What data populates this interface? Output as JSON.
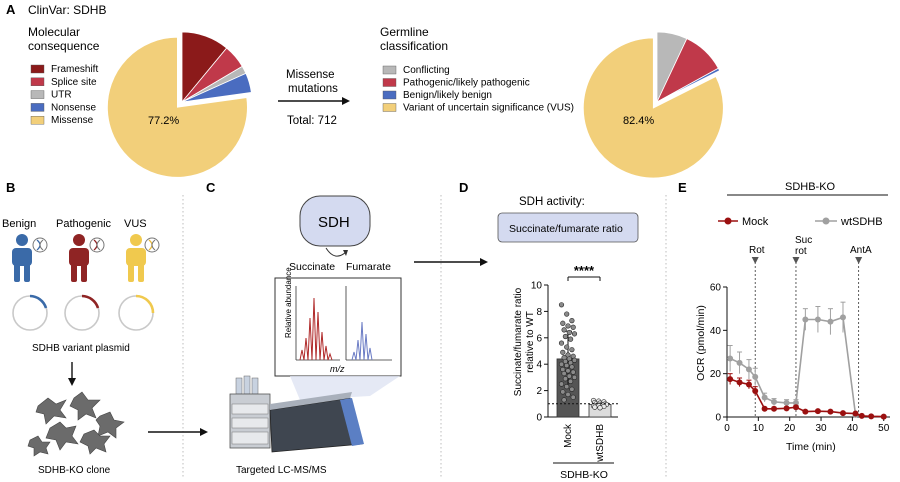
{
  "panelA": {
    "letter": "A",
    "source": "ClinVar: SDHB",
    "pie1_title": [
      "Molecular",
      "consequence"
    ],
    "legend1": [
      {
        "label": "Frameshift",
        "color": "#8b1a1a"
      },
      {
        "label": "Splice site",
        "color": "#c0394a"
      },
      {
        "label": "UTR",
        "color": "#b8b8b8"
      },
      {
        "label": "Nonsense",
        "color": "#4a6cc0"
      },
      {
        "label": "Missense",
        "color": "#f2cf7a"
      }
    ],
    "pie1_label": "77.2%",
    "arrow_text": [
      "Missense",
      "mutations"
    ],
    "total": "Total: 712",
    "pie2_title": [
      "Germline",
      "classification"
    ],
    "legend2": [
      {
        "label": "Conflicting",
        "color": "#b8b8b8"
      },
      {
        "label": "Pathogenic/likely pathogenic",
        "color": "#c0394a"
      },
      {
        "label": "Benign/likely benign",
        "color": "#4a6cc0"
      },
      {
        "label": "Variant of uncertain significance (VUS)",
        "color": "#f2cf7a"
      }
    ],
    "pie2_label": "82.4%"
  },
  "panelB": {
    "letter": "B",
    "people": [
      "Benign",
      "Pathogenic",
      "VUS"
    ],
    "plasmid_label": "SDHB variant plasmid",
    "clone_label": "SDHB-KO clone"
  },
  "panelC": {
    "letter": "C",
    "enzyme": "SDH",
    "substrate": "Succinate",
    "product": "Fumarate",
    "ylabel": "Relative abundance",
    "xlabel": "m/z",
    "instrument": "Targeted LC-MS/MS"
  },
  "chart_data": [
    {
      "type": "pie",
      "title": "Molecular consequence",
      "labels": [
        "Frameshift",
        "Splice site",
        "UTR",
        "Nonsense",
        "Missense"
      ],
      "values": [
        11.0,
        5.5,
        1.8,
        4.5,
        77.2
      ],
      "colors": [
        "#8b1a1a",
        "#c0394a",
        "#b8b8b8",
        "#4a6cc0",
        "#f2cf7a"
      ],
      "exploded": "Missense",
      "data_label": "77.2%"
    },
    {
      "type": "pie",
      "title": "Germline classification",
      "labels": [
        "Conflicting",
        "Pathogenic/likely pathogenic",
        "Benign/likely benign",
        "Variant of uncertain significance (VUS)"
      ],
      "values": [
        7.0,
        10.0,
        0.6,
        82.4
      ],
      "colors": [
        "#b8b8b8",
        "#c0394a",
        "#4a6cc0",
        "#f2cf7a"
      ],
      "exploded": "Variant of uncertain significance (VUS)",
      "data_label": "82.4%"
    },
    {
      "type": "bar",
      "panel": "D",
      "letter": "D",
      "title": "SDH activity:",
      "box_label": "Succinate/fumarate ratio",
      "ylabel": "Succinate/fumarate ratio relative to WT",
      "ylim": [
        0,
        10
      ],
      "yticks": [
        0,
        2,
        4,
        6,
        8,
        10
      ],
      "categories": [
        "Mock",
        "wtSDHB"
      ],
      "values": [
        4.4,
        0.95
      ],
      "errors": [
        2.1,
        0.15
      ],
      "bar_colors": [
        "#555555",
        "#dcdcdc"
      ],
      "reference_line": 1,
      "significance": "****",
      "group_label": "SDHB-KO",
      "points": [
        [
          8.5,
          7.8,
          7.3,
          7.1,
          6.9,
          6.8,
          6.6,
          6.4,
          6.3,
          6.1,
          5.9,
          5.6,
          5.3,
          5.1,
          4.9,
          4.7,
          4.6,
          4.5,
          4.4,
          4.3,
          4.2,
          4.1,
          4.0,
          3.9,
          3.8,
          3.6,
          3.5,
          3.4,
          3.3,
          3.1,
          3.0,
          2.9,
          2.7,
          2.5,
          2.3,
          2.1,
          1.9,
          1.7,
          1.5,
          1.3
        ],
        [
          1.25,
          1.2,
          1.15,
          1.1,
          1.05,
          1.0,
          1.0,
          0.95,
          0.95,
          0.9,
          0.9,
          0.85,
          0.85,
          0.8,
          0.75,
          0.7
        ]
      ]
    },
    {
      "type": "line",
      "panel": "E",
      "letter": "E",
      "title": "SDHB-KO",
      "xlabel": "Time (min)",
      "ylabel": "OCR (pmol/min)",
      "xlim": [
        0,
        52
      ],
      "ylim": [
        0,
        60
      ],
      "xticks": [
        0,
        10,
        20,
        30,
        40,
        50
      ],
      "yticks": [
        0,
        20,
        40,
        60
      ],
      "injections": [
        {
          "label": "Rot",
          "x": 9
        },
        {
          "label": "Suc rot",
          "x": 22
        },
        {
          "label": "AntA",
          "x": 42
        }
      ],
      "series": [
        {
          "name": "Mock",
          "color": "#9b1010",
          "x": [
            1,
            4,
            7,
            9,
            12,
            15,
            19,
            22,
            25,
            29,
            33,
            37,
            41,
            43,
            46,
            50
          ],
          "y": [
            17.5,
            16,
            15,
            12,
            3.8,
            3.8,
            4,
            4.5,
            2.5,
            2.7,
            2.5,
            1.8,
            1.6,
            0.5,
            0.3,
            0.2
          ],
          "err": [
            2.5,
            2,
            2,
            2,
            0.7,
            0.6,
            0.6,
            0.8,
            0.4,
            0.4,
            0.4,
            0.3,
            0.3,
            0.2,
            0.2,
            0.2
          ]
        },
        {
          "name": "wtSDHB",
          "color": "#a0a0a0",
          "x": [
            1,
            4,
            7,
            9,
            12,
            15,
            19,
            22,
            25,
            29,
            33,
            37,
            41
          ],
          "y": [
            27,
            25,
            22,
            18.5,
            9,
            7,
            6.5,
            6.5,
            45,
            45,
            44,
            46,
            1
          ],
          "err": [
            6,
            5,
            4.5,
            4,
            2,
            1.5,
            1.5,
            1.5,
            5,
            6,
            6,
            7,
            0.3
          ]
        }
      ]
    }
  ]
}
